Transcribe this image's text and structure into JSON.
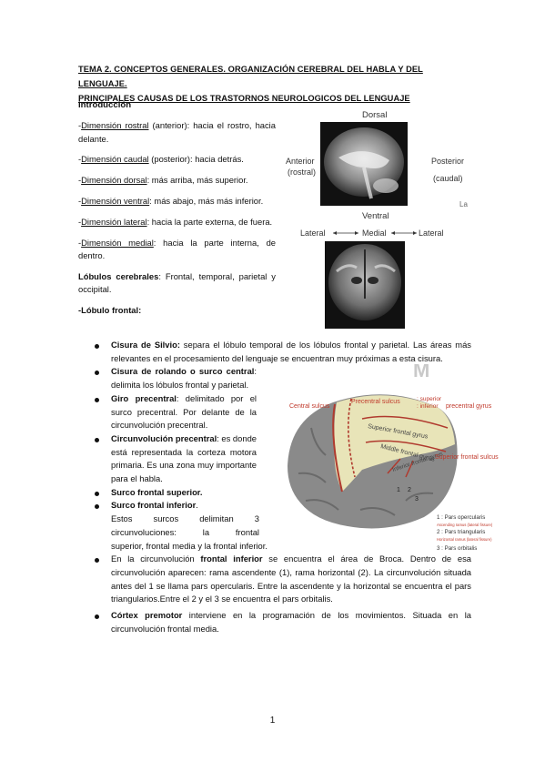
{
  "title_line1": "TEMA 2. CONCEPTOS GENERALES. ORGANIZACIÓN CEREBRAL DEL HABLA Y DEL LENGUAJE.",
  "title_line2": "PRINCIPALES CAUSAS DE LOS TRASTORNOS NEUROLOGICOS DEL LENGUAJE",
  "intro_heading": "Introducción",
  "dims": [
    {
      "term": "Dimensión rostral",
      "rest": " (anterior): hacia el rostro, hacia delante."
    },
    {
      "term": "Dimensión caudal",
      "rest": " (posterior): hacia detrás."
    },
    {
      "term": "Dimensión dorsal",
      "rest": ": más arriba, más superior."
    },
    {
      "term": "Dimensión ventral",
      "rest": ": más abajo, más más inferior."
    },
    {
      "term": "Dimensión lateral",
      "rest": ": hacia la parte externa, de fuera."
    },
    {
      "term": "Dimensión medial",
      "rest": ": hacia la parte interna, de dentro."
    }
  ],
  "dim_prefix": "-",
  "lobulos_label": "Lóbulos cerebrales",
  "lobulos_text": ": Frontal, temporal, parietal y occipital.",
  "frontal_heading": "-Lóbulo frontal:",
  "bullets": [
    {
      "bold": "Cisura de Silvio:",
      "text": " separa el lóbulo temporal de los lóbulos frontal y parietal. Las áreas más relevantes en el procesamiento del lenguaje se encuentran muy próximas a esta cisura."
    },
    {
      "bold": "Cisura de rolando o surco central",
      "text": ": delimita los lóbulos frontal y parietal."
    },
    {
      "bold": "Giro precentral",
      "text": ": delimitado por el surco precentral. Por delante de la circunvolución precentral."
    },
    {
      "bold": "Circunvolución precentral",
      "text": ": es donde está representada la corteza motora primaria. Es una zona muy importante para el habla."
    },
    {
      "bold": "Surco frontal superior.",
      "text": ""
    },
    {
      "bold": "Surco frontal inferior",
      "text": "."
    },
    {
      "bold": "",
      "text": "En la circunvolución "
    },
    {
      "bold": "Córtex premotor",
      "text": " interviene en la programación de los movimientos. Situada en la circunvolución frontal media."
    }
  ],
  "surco_inf_cont": "Estos surcos delimitan 3 circunvoluciones: la frontal",
  "surco_inf_cont2": "superior, frontal media y la frontal inferior.",
  "broca_bold": "frontal inferior",
  "broca_text": " se encuentra el área de Broca. Dentro de esa circunvolución aparecen: rama ascendente (1), rama horizontal (2). La circunvolución situada antes del 1 se llama pars opercularis. Entre la ascendente y la horizontal se encuentra el pars triangularios.Entre el 2 y el 3 se encuentra el pars orbitalis.",
  "fig1": {
    "dorsal": "Dorsal",
    "anterior": "Anterior",
    "rostral": "(rostral)",
    "posterior": "Posterior",
    "caudal": "(caudal)",
    "ventral": "Ventral",
    "lateral_l": "Lateral",
    "medial": "Medial",
    "lateral_r": "Lateral",
    "edge": "La"
  },
  "fig2": {
    "central_sulcus": "Central sulcus",
    "precentral_sulcus": "Precentral sulcus",
    "superior": ": superior",
    "inferior": ": inferior",
    "precentral_gyrus": "precentral gyrus",
    "sup_frontal_gyrus": "Superior frontal gyrus",
    "middle_frontal_gyrus": "Middle frontal gyrus",
    "inf_frontal_gyrus": "Inferior frontal gyrus",
    "sup_frontal_sulcus": "Superior frontal sulcus",
    "pars1": "1 : Pars opercularis",
    "asc": "Ascending ramus (lateral fissure)",
    "pars2": "2 : Pars triangularis",
    "hor": "Horizontal ramus (lateral fissure)",
    "pars3": "3 : Pars orbitalis",
    "n1": "1",
    "n2": "2",
    "n3": "3"
  },
  "page_number": "1",
  "colors": {
    "red_label": "#c0392b",
    "gyrus_fill": "#e8e4b8",
    "sulcus_red": "#b03a2e"
  }
}
